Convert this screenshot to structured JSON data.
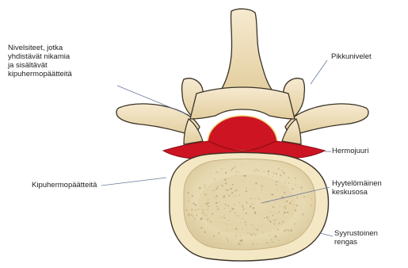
{
  "diagram": {
    "labels": {
      "ligaments": "Nivelsiteet, jotka\nyhdistävät nikamia\nja sisältävät\nkipuhermopäätteitä",
      "facet_joints": "Pikkunivelet",
      "nerve_root": "Hermojuuri",
      "pain_nerve_endings": "Kipuhermopäätteitä",
      "nucleus": "Hyytelömäinen\nkeskusosa",
      "annulus": "Syyrustoinen\nrengas"
    },
    "colors": {
      "bone": "#efe0b6",
      "bone_outline": "#3a3226",
      "nerve": "#cc1422",
      "disc_fill": "#e8dcb7",
      "nucleus_dots": "#b79c6e",
      "leader_line": "#6a7a9a"
    }
  }
}
